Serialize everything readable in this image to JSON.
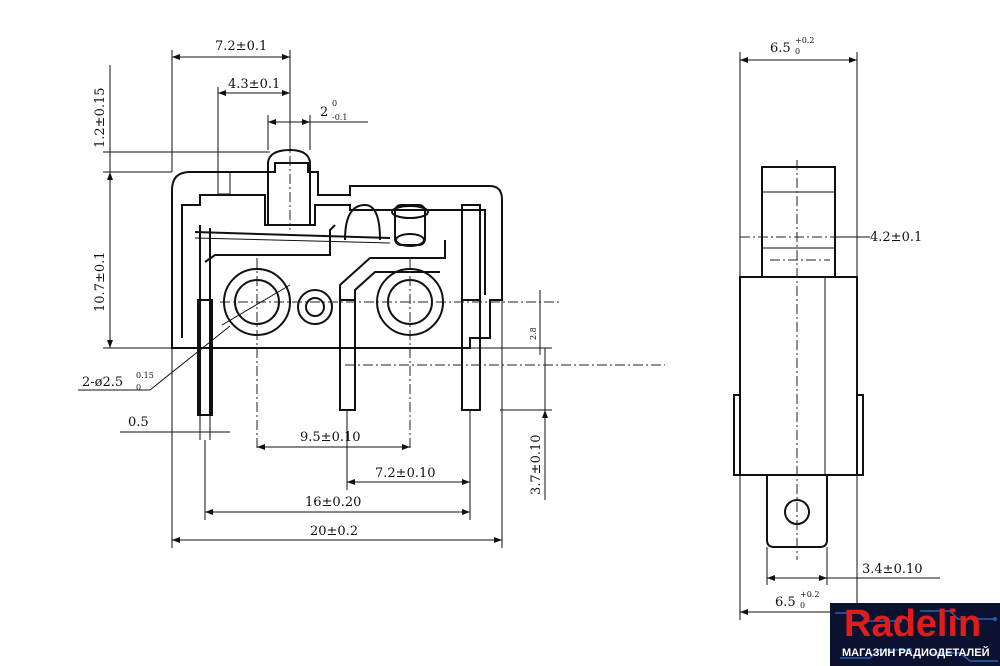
{
  "dimensions": {
    "top_width": "7.2±0.1",
    "actuator_offset": "4.3±0.1",
    "actuator_width": "2",
    "actuator_width_tol_top": "0",
    "actuator_width_tol_bottom": "-0.1",
    "actuator_height": "1.2±0.15",
    "body_height": "10.7±0.1",
    "hole_diameter_label": "2-ø2.5",
    "hole_tol_top": "0.15",
    "hole_tol_bottom": "0",
    "pin_width": "0.5",
    "hole_spacing": "9.5±0.10",
    "pin_spacing_right": "7.2±0.10",
    "pin_span": "16±0.20",
    "overall_length": "20±0.2",
    "pin_length": "3.7±0.10",
    "pin_offset": "2.8",
    "side_width_top": "6.5",
    "side_width_tol_top": "+0.2",
    "side_width_tol_bottom": "0",
    "side_actuator_width": "4.2±0.1",
    "side_terminal_width": "3.4±0.10",
    "side_width_bottom": "6.5",
    "side_width_bottom_tol_top": "+0.2",
    "side_width_bottom_tol_bottom": "0"
  },
  "logo": {
    "name": "Radelin",
    "tagline": "МАГАЗИН РАДИОДЕТАЛЕЙ"
  }
}
